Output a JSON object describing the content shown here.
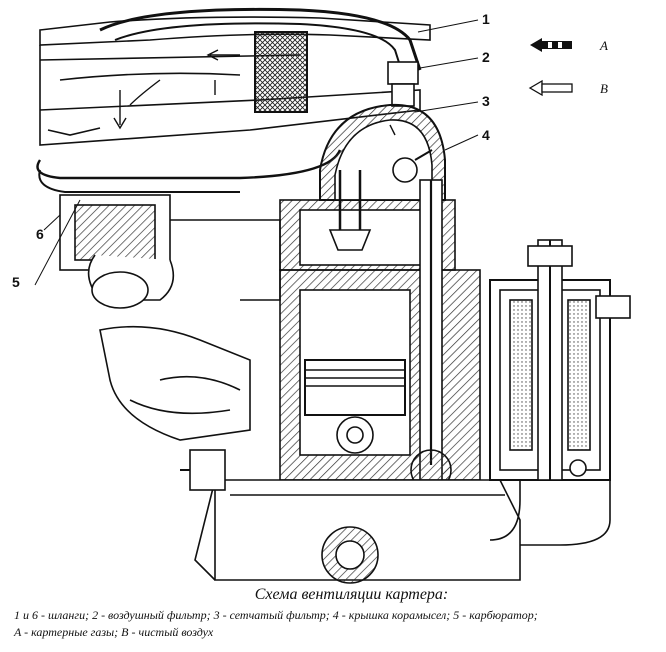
{
  "diagram": {
    "callouts": [
      "1",
      "2",
      "3",
      "4",
      "5",
      "6"
    ],
    "legend": {
      "a_letter": "A",
      "b_letter": "B"
    }
  },
  "caption": {
    "title": "Схема вентиляции картера:",
    "line1": "1 и 6 - шланги; 2 - воздушный фильтр; 3 - сетчатый фильтр; 4 - крышка корамысел; 5 - карбюратор;",
    "line2": "A - картерные газы; B - чистый воздух"
  },
  "colors": {
    "ink": "#111111",
    "hatch": "#333333",
    "paper": "#ffffff"
  }
}
